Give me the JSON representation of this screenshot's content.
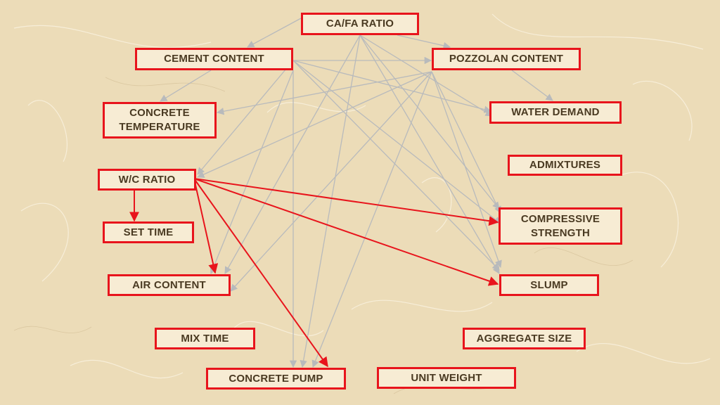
{
  "colors": {
    "node_border": "#e8141c",
    "node_text": "#4a3a22",
    "node_fill": "#f7ecd4",
    "grey_arrow": "#b8babc",
    "red_arrow": "#e8141c",
    "background": "#ecdcb8"
  },
  "nodes": {
    "ca_fa_ratio": "CA/FA RATIO",
    "cement_content": "CEMENT CONTENT",
    "pozzolan_content": "POZZOLAN CONTENT",
    "concrete_temperature": "CONCRETE\nTEMPERATURE",
    "water_demand": "WATER DEMAND",
    "admixtures": "ADMIXTURES",
    "wc_ratio": "W/C RATIO",
    "compressive_strength": "COMPRESSIVE\nSTRENGTH",
    "set_time": "SET TIME",
    "air_content": "AIR CONTENT",
    "slump": "SLUMP",
    "mix_time": "MIX TIME",
    "aggregate_size": "AGGREGATE SIZE",
    "concrete_pump": "CONCRETE PUMP",
    "unit_weight": "UNIT WEIGHT"
  },
  "edges": [
    {
      "from": "ca_fa_ratio",
      "to": "cement_content",
      "color": "grey"
    },
    {
      "from": "ca_fa_ratio",
      "to": "pozzolan_content",
      "color": "grey"
    },
    {
      "from": "ca_fa_ratio",
      "to": "compressive_strength",
      "color": "grey"
    },
    {
      "from": "ca_fa_ratio",
      "to": "slump",
      "color": "grey"
    },
    {
      "from": "ca_fa_ratio",
      "to": "air_content",
      "color": "grey"
    },
    {
      "from": "ca_fa_ratio",
      "to": "concrete_pump",
      "color": "grey"
    },
    {
      "from": "ca_fa_ratio",
      "to": "water_demand",
      "color": "grey"
    },
    {
      "from": "cement_content",
      "to": "concrete_temperature",
      "color": "grey"
    },
    {
      "from": "cement_content",
      "to": "pozzolan_content",
      "color": "grey"
    },
    {
      "from": "cement_content",
      "to": "water_demand",
      "color": "grey"
    },
    {
      "from": "cement_content",
      "to": "wc_ratio",
      "color": "grey"
    },
    {
      "from": "cement_content",
      "to": "air_content",
      "color": "grey"
    },
    {
      "from": "cement_content",
      "to": "concrete_pump",
      "color": "grey"
    },
    {
      "from": "cement_content",
      "to": "compressive_strength",
      "color": "grey"
    },
    {
      "from": "cement_content",
      "to": "slump",
      "color": "grey"
    },
    {
      "from": "pozzolan_content",
      "to": "water_demand",
      "color": "grey"
    },
    {
      "from": "pozzolan_content",
      "to": "concrete_temperature",
      "color": "grey"
    },
    {
      "from": "pozzolan_content",
      "to": "wc_ratio",
      "color": "grey"
    },
    {
      "from": "pozzolan_content",
      "to": "air_content",
      "color": "grey"
    },
    {
      "from": "pozzolan_content",
      "to": "concrete_pump",
      "color": "grey"
    },
    {
      "from": "pozzolan_content",
      "to": "compressive_strength",
      "color": "grey"
    },
    {
      "from": "pozzolan_content",
      "to": "slump",
      "color": "grey"
    },
    {
      "from": "wc_ratio",
      "to": "set_time",
      "color": "red"
    },
    {
      "from": "wc_ratio",
      "to": "air_content",
      "color": "red"
    },
    {
      "from": "wc_ratio",
      "to": "concrete_pump",
      "color": "red"
    },
    {
      "from": "wc_ratio",
      "to": "compressive_strength",
      "color": "red"
    },
    {
      "from": "wc_ratio",
      "to": "slump",
      "color": "red"
    }
  ]
}
